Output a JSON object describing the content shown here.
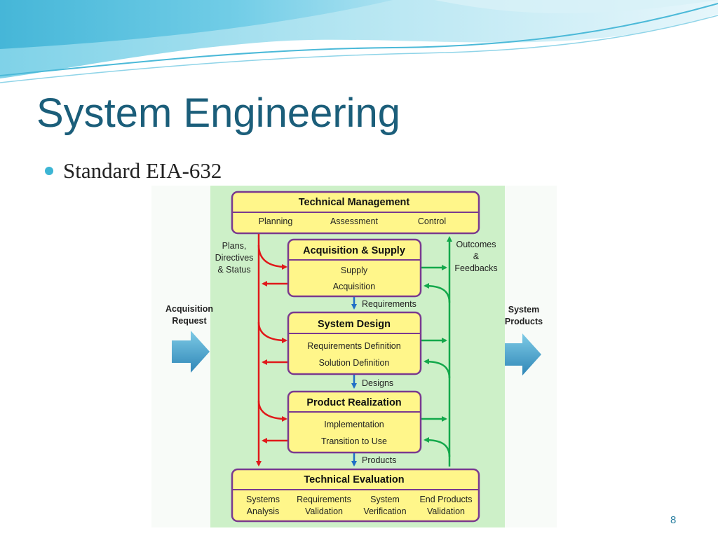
{
  "slide": {
    "title": "System Engineering",
    "bullet": "Standard EIA-632",
    "page_number": "8"
  },
  "colors": {
    "title": "#1b5e7a",
    "bullet": "#3cb5d4",
    "panel": "#cdf0c8",
    "box_fill": "#fff68a",
    "box_border": "#7a3a8f",
    "red_arrow": "#e0191a",
    "green_arrow": "#13a84b",
    "blue_arrow": "#1f6fc6",
    "side_arrow": "#3a98c8"
  },
  "diagram": {
    "left_input": {
      "line1": "Acquisition",
      "line2": "Request"
    },
    "right_output": {
      "line1": "System",
      "line2": "Products"
    },
    "technical_management": {
      "title": "Technical Management",
      "items": [
        "Planning",
        "Assessment",
        "Control"
      ]
    },
    "plans_label": {
      "line1": "Plans,",
      "line2": "Directives",
      "line3": "& Status"
    },
    "outcomes_label": {
      "line1": "Outcomes",
      "line2": "&",
      "line3": "Feedbacks"
    },
    "acquisition_supply": {
      "title": "Acquisition & Supply",
      "items": [
        "Supply",
        "Acquisition"
      ]
    },
    "requirements_label": "Requirements",
    "system_design": {
      "title": "System Design",
      "items": [
        "Requirements Definition",
        "Solution Definition"
      ]
    },
    "designs_label": "Designs",
    "product_realization": {
      "title": "Product Realization",
      "items": [
        "Implementation",
        "Transition to Use"
      ]
    },
    "products_label": "Products",
    "technical_evaluation": {
      "title": "Technical Evaluation",
      "items": [
        {
          "line1": "Systems",
          "line2": "Analysis"
        },
        {
          "line1": "Requirements",
          "line2": "Validation"
        },
        {
          "line1": "System",
          "line2": "Verification"
        },
        {
          "line1": "End Products",
          "line2": "Validation"
        }
      ]
    }
  }
}
